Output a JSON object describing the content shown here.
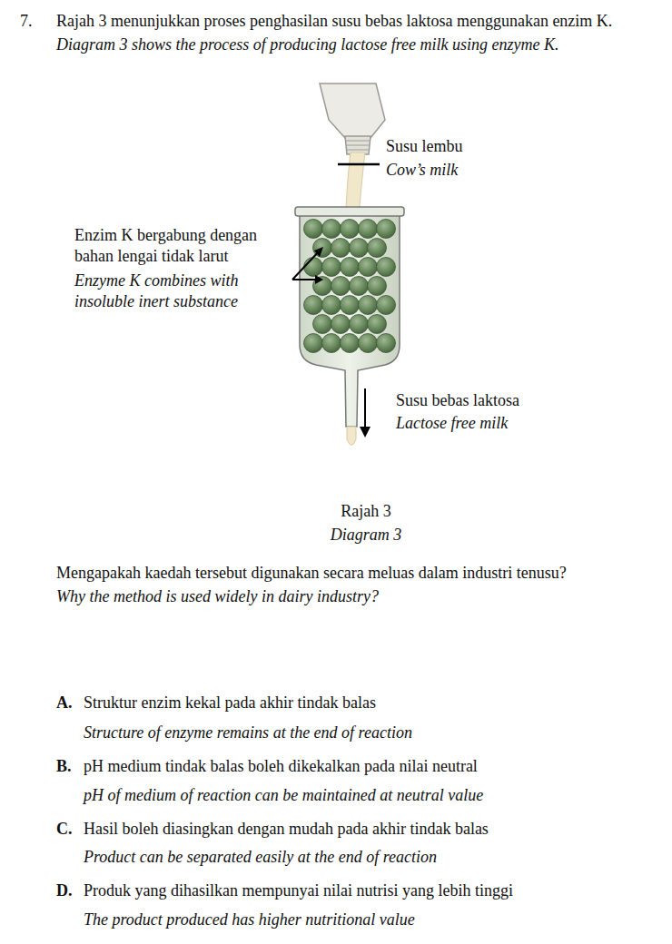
{
  "diagram": {
    "labels": [
      "7.",
      "Rajah 3 menunjukkan proses penghasilan susu bebas laktosa menggunakan enzim K.",
      "Diagram 3 shows the process of producing lactose free milk using enzyme K.",
      "Susu lembu",
      "Cow’s milk",
      "Enzim K bergabung dengan bahan lengai tidak larut",
      "Enzyme K combines with insoluble inert substance",
      "Susu bebas laktosa",
      "Lactose free milk",
      "Rajah 3",
      "Diagram 3",
      "Mengapakah kaedah tersebut digunakan secara meluas dalam industri tenusu?",
      "Why the method is used widely in dairy industry?",
      "A.",
      "Struktur enzim kekal pada akhir tindak balas",
      "Structure of enzyme remains at the end of reaction",
      "B.",
      "pH medium tindak balas boleh dikekalkan pada nilai neutral",
      "pH of medium of reaction can be maintained at neutral value",
      "C.",
      "Hasil boleh diasingkan dengan mudah pada akhir tindak balas",
      "Product can be separated easily at the end of reaction",
      "D.",
      "Produk yang dihasilkan mempunyai nilai nutrisi yang lebih tinggi",
      "The product produced has higher nutritional value"
    ]
  }
}
